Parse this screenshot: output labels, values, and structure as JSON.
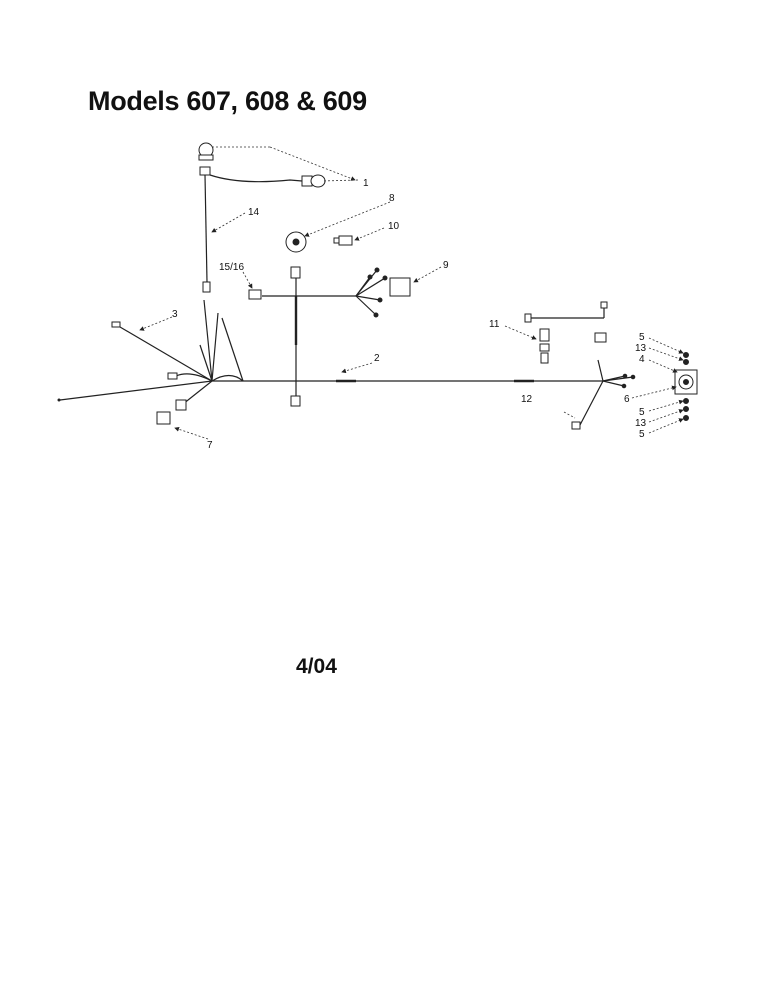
{
  "title": "Models 607, 608 & 609",
  "revision_date": "4/04",
  "callouts": {
    "c1": "1",
    "c2": "2",
    "c3": "3",
    "c4": "4",
    "c5a": "5",
    "c5b": "5",
    "c5c": "5",
    "c6": "6",
    "c7": "7",
    "c8": "8",
    "c9": "9",
    "c10": "10",
    "c11": "11",
    "c12": "12",
    "c13a": "13",
    "c13b": "13",
    "c14": "14",
    "c1516": "15/16"
  }
}
